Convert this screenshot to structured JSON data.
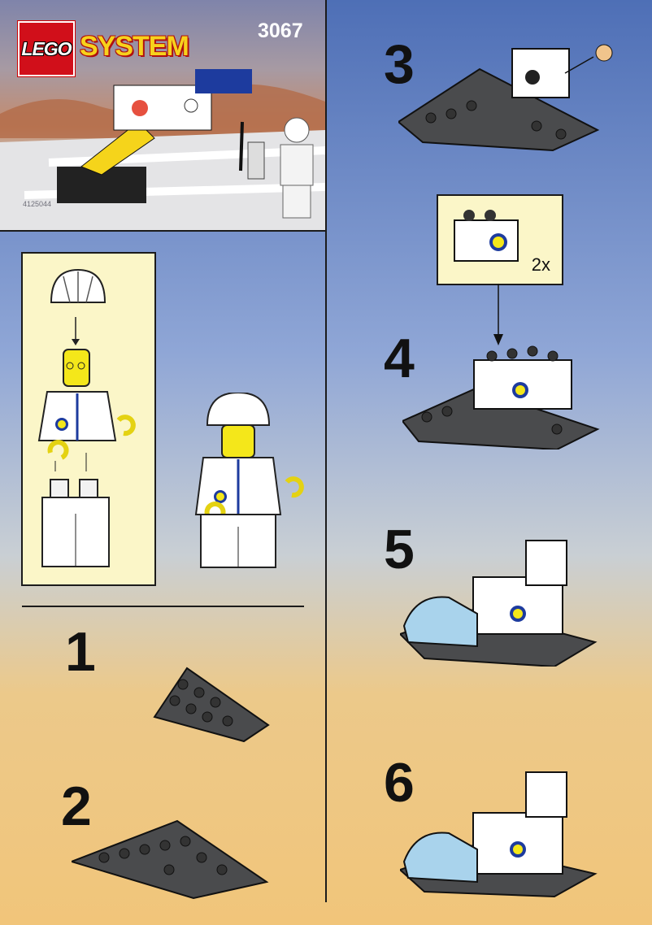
{
  "header": {
    "logo_text": "LEGO",
    "brand_text": "SYSTEM",
    "set_number": "3067",
    "small_code": "4125044"
  },
  "colors": {
    "lego_red": "#d10f1a",
    "system_yellow": "#f7d21c",
    "callout_bg": "#fbf6c8",
    "plate_dark_gray": "#4a4b4d",
    "canopy_blue": "#a9d3ec"
  },
  "figure_callout": {
    "icon": "minifigure-assembly-icon"
  },
  "steps": [
    {
      "number": "1"
    },
    {
      "number": "2"
    },
    {
      "number": "3"
    },
    {
      "number": "4",
      "parts_qty": "2x"
    },
    {
      "number": "5"
    },
    {
      "number": "6"
    }
  ]
}
